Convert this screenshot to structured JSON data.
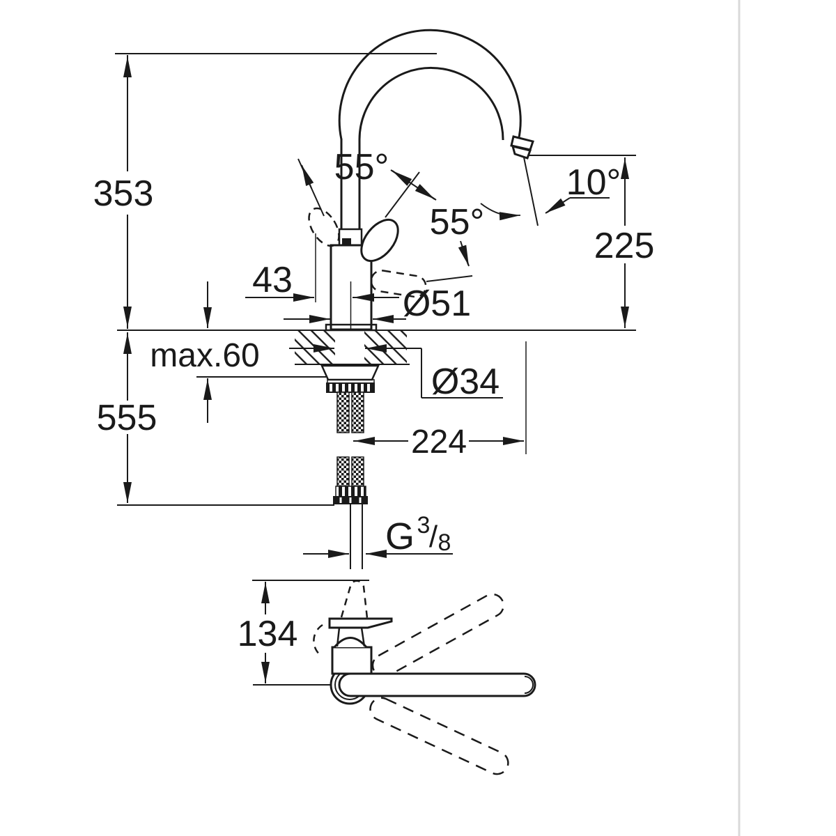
{
  "colors": {
    "ink": "#1a1a1a",
    "background": "#ffffff",
    "divider": "#d9d9d9"
  },
  "drawing": {
    "type": "technical-dimension-drawing",
    "subject": "single-lever kitchen sink mixer tap with high C-spout, front elevation with mounting section and plan view",
    "labels": {
      "height_above": "353",
      "height_below": "555",
      "deck_max": "max.60",
      "handle_offset": "43",
      "body_diameter": "Ø51",
      "hole_diameter": "Ø34",
      "spout_reach": "224",
      "outlet_height": "225",
      "outlet_angle": "10°",
      "swivel_angle": "55°",
      "lever_angle": "55°",
      "plan_depth": "134",
      "thread_g": "G",
      "thread_num": "3",
      "thread_slash": "/",
      "thread_den": "8"
    }
  }
}
